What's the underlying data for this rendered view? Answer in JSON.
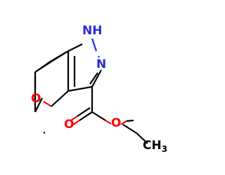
{
  "molecule": {
    "atoms": {
      "nh": "NH",
      "nh_h": "H",
      "nh_n": "N",
      "n": "N",
      "ring_o": "O",
      "carbonyl_o": "O",
      "ester_o": "O",
      "ch3_c": "CH",
      "ch3_sub": "3"
    },
    "colors": {
      "nitrogen": "#2a2ad6",
      "oxygen": "#ff0000",
      "carbon": "#000000",
      "background": "#ffffff"
    }
  }
}
